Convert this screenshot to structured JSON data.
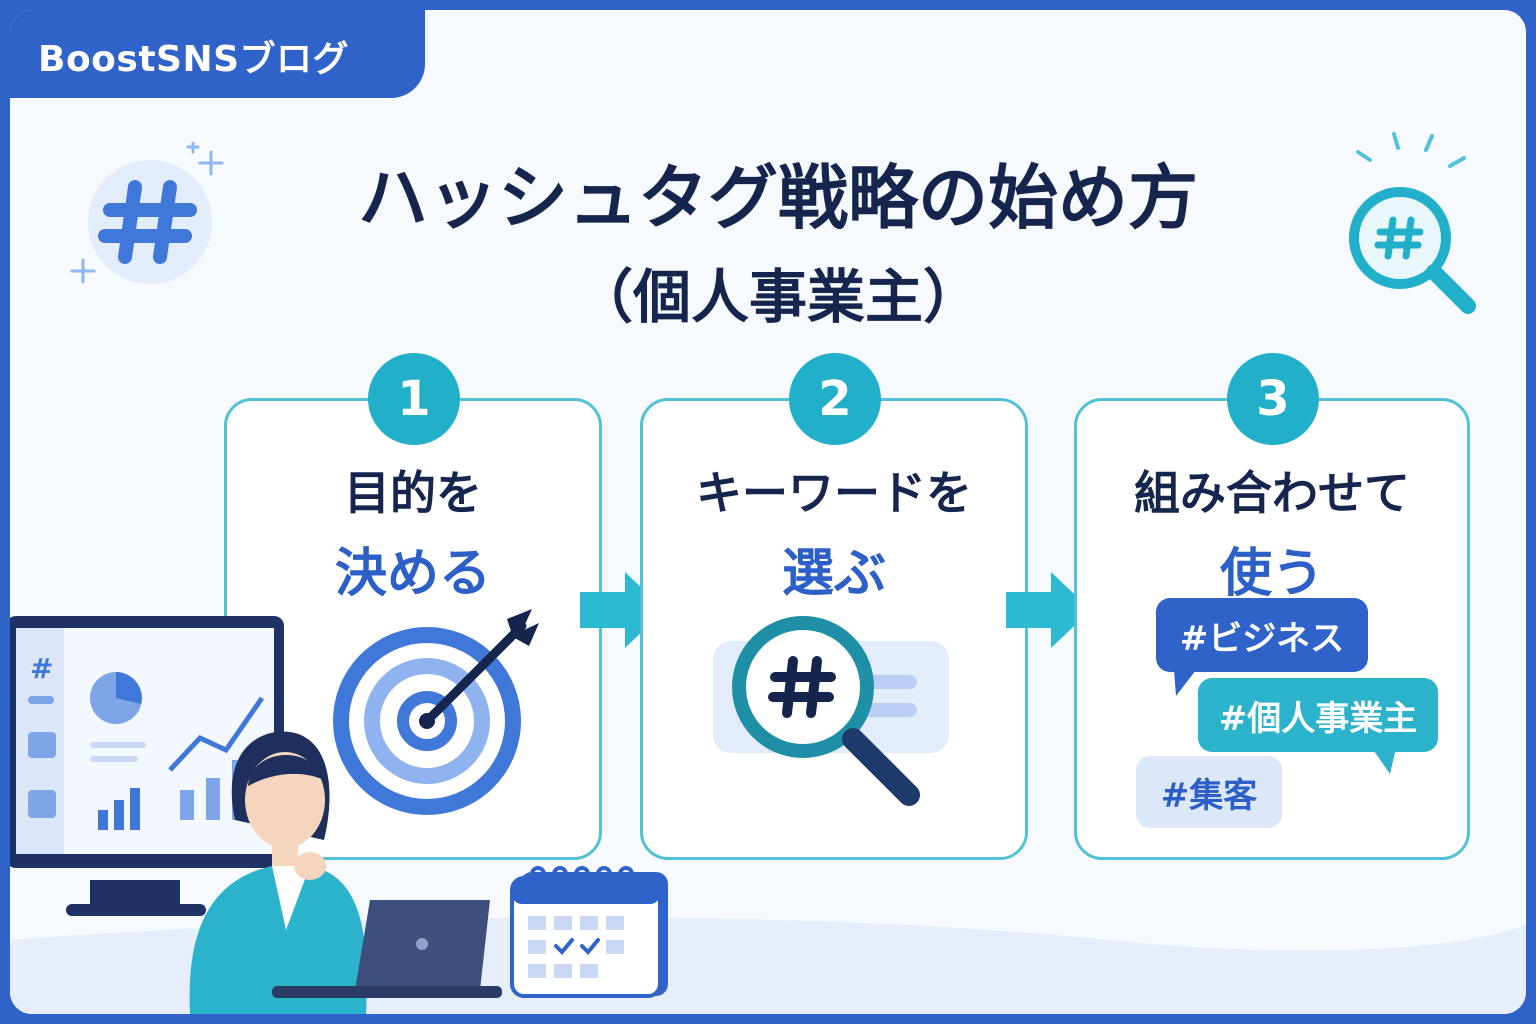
{
  "brand": {
    "name": "BoostSNSブログ"
  },
  "header": {
    "title": "ハッシュタグ戦略の始め方",
    "subtitle": "（個人事業主）"
  },
  "steps": [
    {
      "number": "1",
      "line1": "目的を",
      "line2": "決める",
      "illustration": "target-icon"
    },
    {
      "number": "2",
      "line1": "キーワードを",
      "line2": "選ぶ",
      "illustration": "magnifier-hashtag-icon"
    },
    {
      "number": "3",
      "line1": "組み合わせて",
      "line2": "使う",
      "illustration": "hashtag-tags"
    }
  ],
  "tags": [
    "#ビジネス",
    "#個人事業主",
    "#集客"
  ],
  "decor": {
    "hash_symbol": "#",
    "monitor_hash": "#"
  },
  "colors": {
    "brand_blue": "#2f63c9",
    "navy": "#16254d",
    "teal": "#21afc9",
    "accent_blue": "#2c5fc8"
  }
}
